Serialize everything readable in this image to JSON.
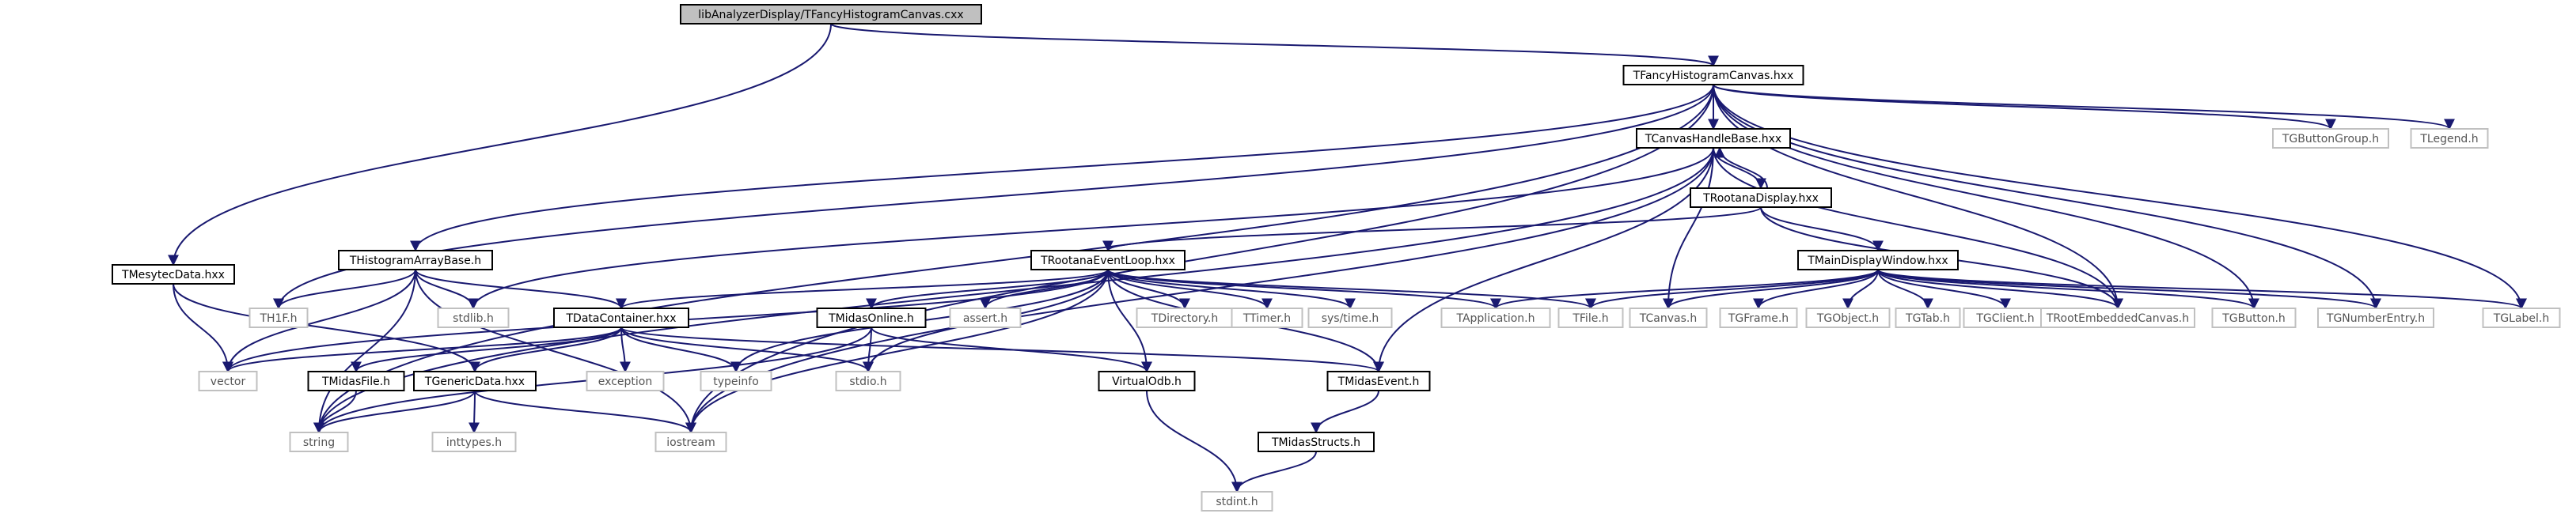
{
  "colors": {
    "edge": "#191970",
    "root_fill": "#c0c0c0",
    "internal_border": "#000000",
    "system_border": "#c0c0c0",
    "text_internal": "#000000",
    "text_system": "#555555"
  },
  "graph": {
    "nodes": [
      {
        "id": "root",
        "label": "libAnalyzerDisplay/TFancyHistogramCanvas.cxx",
        "kind": "root"
      },
      {
        "id": "fhc",
        "label": "TFancyHistogramCanvas.hxx",
        "kind": "internal"
      },
      {
        "id": "mtd",
        "label": "TMesytecData.hxx",
        "kind": "internal"
      },
      {
        "id": "chb",
        "label": "TCanvasHandleBase.hxx",
        "kind": "internal"
      },
      {
        "id": "tbg",
        "label": "TGButtonGroup.h",
        "kind": "system"
      },
      {
        "id": "tleg",
        "label": "TLegend.h",
        "kind": "system"
      },
      {
        "id": "trd",
        "label": "TRootanaDisplay.hxx",
        "kind": "internal"
      },
      {
        "id": "hab",
        "label": "THistogramArrayBase.h",
        "kind": "internal"
      },
      {
        "id": "rel",
        "label": "TRootanaEventLoop.hxx",
        "kind": "internal"
      },
      {
        "id": "mdw",
        "label": "TMainDisplayWindow.hxx",
        "kind": "internal"
      },
      {
        "id": "th1f",
        "label": "TH1F.h",
        "kind": "system"
      },
      {
        "id": "stdlib",
        "label": "stdlib.h",
        "kind": "system"
      },
      {
        "id": "tdc",
        "label": "TDataContainer.hxx",
        "kind": "internal"
      },
      {
        "id": "tmo",
        "label": "TMidasOnline.h",
        "kind": "internal"
      },
      {
        "id": "assert",
        "label": "assert.h",
        "kind": "system"
      },
      {
        "id": "tdir",
        "label": "TDirectory.h",
        "kind": "system"
      },
      {
        "id": "ttimer",
        "label": "TTimer.h",
        "kind": "system"
      },
      {
        "id": "systime",
        "label": "sys/time.h",
        "kind": "system"
      },
      {
        "id": "tapp",
        "label": "TApplication.h",
        "kind": "system"
      },
      {
        "id": "tfile",
        "label": "TFile.h",
        "kind": "system"
      },
      {
        "id": "tcanvas",
        "label": "TCanvas.h",
        "kind": "system"
      },
      {
        "id": "tframe",
        "label": "TGFrame.h",
        "kind": "system"
      },
      {
        "id": "tobj",
        "label": "TGObject.h",
        "kind": "system"
      },
      {
        "id": "ttab",
        "label": "TGTab.h",
        "kind": "system"
      },
      {
        "id": "tclient",
        "label": "TGClient.h",
        "kind": "system"
      },
      {
        "id": "trec",
        "label": "TRootEmbeddedCanvas.h",
        "kind": "system"
      },
      {
        "id": "tbtn",
        "label": "TGButton.h",
        "kind": "system"
      },
      {
        "id": "tne",
        "label": "TGNumberEntry.h",
        "kind": "system"
      },
      {
        "id": "tlabel",
        "label": "TGLabel.h",
        "kind": "system"
      },
      {
        "id": "vector",
        "label": "vector",
        "kind": "system"
      },
      {
        "id": "tmf",
        "label": "TMidasFile.h",
        "kind": "internal"
      },
      {
        "id": "tgd",
        "label": "TGenericData.hxx",
        "kind": "internal"
      },
      {
        "id": "exception",
        "label": "exception",
        "kind": "system"
      },
      {
        "id": "typeinfo",
        "label": "typeinfo",
        "kind": "system"
      },
      {
        "id": "stdio",
        "label": "stdio.h",
        "kind": "system"
      },
      {
        "id": "vodb",
        "label": "VirtualOdb.h",
        "kind": "internal"
      },
      {
        "id": "tme",
        "label": "TMidasEvent.h",
        "kind": "internal"
      },
      {
        "id": "string",
        "label": "string",
        "kind": "system"
      },
      {
        "id": "inttypes",
        "label": "inttypes.h",
        "kind": "system"
      },
      {
        "id": "iostream",
        "label": "iostream",
        "kind": "system"
      },
      {
        "id": "tms",
        "label": "TMidasStructs.h",
        "kind": "internal"
      },
      {
        "id": "stdint",
        "label": "stdint.h",
        "kind": "system"
      }
    ],
    "edges": [
      [
        "root",
        "fhc"
      ],
      [
        "root",
        "mtd"
      ],
      [
        "fhc",
        "chb"
      ],
      [
        "fhc",
        "tbg"
      ],
      [
        "fhc",
        "tleg"
      ],
      [
        "fhc",
        "hab"
      ],
      [
        "fhc",
        "th1f"
      ],
      [
        "fhc",
        "string"
      ],
      [
        "fhc",
        "iostream"
      ],
      [
        "fhc",
        "trec"
      ],
      [
        "fhc",
        "tbtn"
      ],
      [
        "fhc",
        "tne"
      ],
      [
        "fhc",
        "tlabel"
      ],
      [
        "chb",
        "trd"
      ],
      [
        "chb",
        "stdlib"
      ],
      [
        "chb",
        "string"
      ],
      [
        "chb",
        "iostream"
      ],
      [
        "chb",
        "tcanvas"
      ],
      [
        "chb",
        "trec"
      ],
      [
        "chb",
        "tme"
      ],
      [
        "trd",
        "chb"
      ],
      [
        "trd",
        "rel"
      ],
      [
        "trd",
        "mdw"
      ],
      [
        "trd",
        "trec"
      ],
      [
        "hab",
        "th1f"
      ],
      [
        "hab",
        "stdlib"
      ],
      [
        "hab",
        "tdc"
      ],
      [
        "hab",
        "vector"
      ],
      [
        "hab",
        "string"
      ],
      [
        "hab",
        "iostream"
      ],
      [
        "rel",
        "tdc"
      ],
      [
        "rel",
        "tmo"
      ],
      [
        "rel",
        "assert"
      ],
      [
        "rel",
        "tdir"
      ],
      [
        "rel",
        "ttimer"
      ],
      [
        "rel",
        "systime"
      ],
      [
        "rel",
        "tapp"
      ],
      [
        "rel",
        "tfile"
      ],
      [
        "rel",
        "typeinfo"
      ],
      [
        "rel",
        "stdio"
      ],
      [
        "rel",
        "vodb"
      ],
      [
        "rel",
        "tme"
      ],
      [
        "rel",
        "iostream"
      ],
      [
        "rel",
        "vector"
      ],
      [
        "mdw",
        "tapp"
      ],
      [
        "mdw",
        "tfile"
      ],
      [
        "mdw",
        "tcanvas"
      ],
      [
        "mdw",
        "tframe"
      ],
      [
        "mdw",
        "tobj"
      ],
      [
        "mdw",
        "ttab"
      ],
      [
        "mdw",
        "tclient"
      ],
      [
        "mdw",
        "trec"
      ],
      [
        "mdw",
        "tbtn"
      ],
      [
        "mdw",
        "tne"
      ],
      [
        "mdw",
        "tlabel"
      ],
      [
        "mtd",
        "vector"
      ],
      [
        "mtd",
        "tgd"
      ],
      [
        "tdc",
        "vector"
      ],
      [
        "tdc",
        "tmf"
      ],
      [
        "tdc",
        "tgd"
      ],
      [
        "tdc",
        "exception"
      ],
      [
        "tdc",
        "typeinfo"
      ],
      [
        "tdc",
        "stdio"
      ],
      [
        "tdc",
        "tme"
      ],
      [
        "tmo",
        "stdio"
      ],
      [
        "tmo",
        "vodb"
      ],
      [
        "tmo",
        "string"
      ],
      [
        "tmf",
        "string"
      ],
      [
        "tgd",
        "string"
      ],
      [
        "tgd",
        "inttypes"
      ],
      [
        "tgd",
        "iostream"
      ],
      [
        "vodb",
        "stdint"
      ],
      [
        "tme",
        "tms"
      ],
      [
        "tms",
        "stdint"
      ]
    ]
  }
}
